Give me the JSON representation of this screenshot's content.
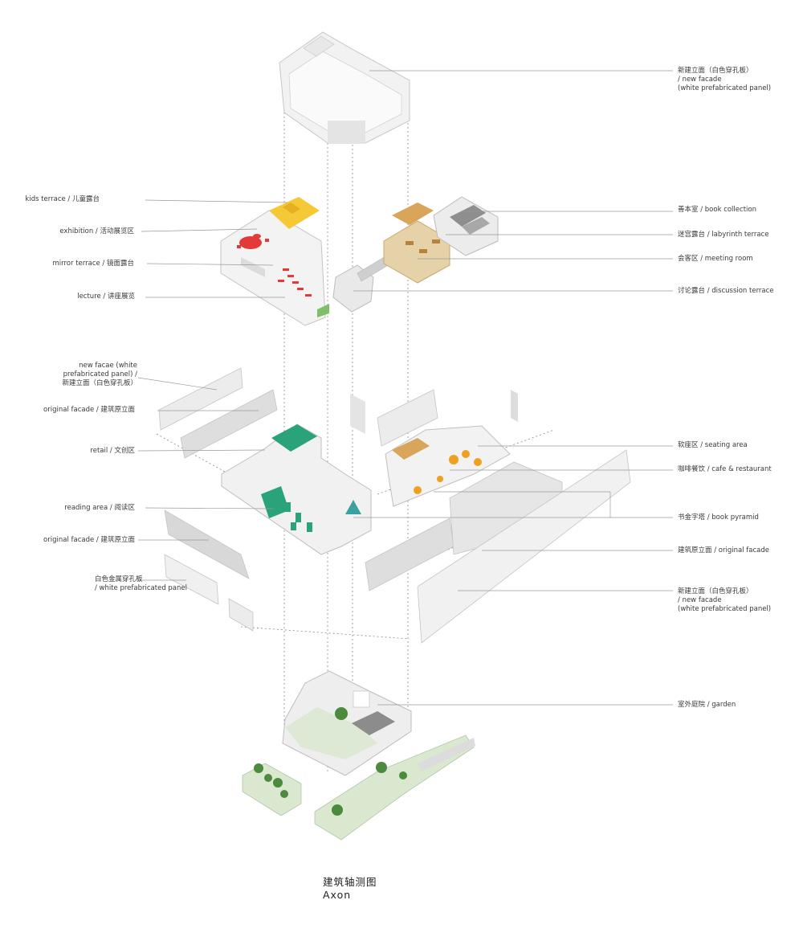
{
  "labels_left": [
    {
      "id": "kids-terrace",
      "lines": [
        "kids terrace / 儿童露台"
      ]
    },
    {
      "id": "exhibition",
      "lines": [
        "exhibition / 活动展览区"
      ]
    },
    {
      "id": "mirror-terrace",
      "lines": [
        "mirror terrace / 镜面露台"
      ]
    },
    {
      "id": "lecture",
      "lines": [
        "lecture / 讲座展览"
      ]
    },
    {
      "id": "new-facade-left",
      "lines": [
        "new facae (white",
        "prefabricated panel) /",
        "新建立面（白色穿孔板）"
      ]
    },
    {
      "id": "original-facade-left-1",
      "lines": [
        "original facade / 建筑原立面"
      ]
    },
    {
      "id": "retail",
      "lines": [
        "retail / 文创区"
      ]
    },
    {
      "id": "reading-area",
      "lines": [
        "reading area / 阅读区"
      ]
    },
    {
      "id": "original-facade-left-2",
      "lines": [
        "original facade / 建筑原立面"
      ]
    },
    {
      "id": "white-panel-left",
      "lines": [
        "白色金属穿孔板",
        "/ white prefabricated panel"
      ]
    }
  ],
  "labels_right": [
    {
      "id": "new-facade-top",
      "lines": [
        "新建立面（白色穿孔板）",
        "/ new facade",
        "(white prefabricated panel)"
      ]
    },
    {
      "id": "book-collection",
      "lines": [
        "善本室  / book collection"
      ]
    },
    {
      "id": "labyrinth-terrace",
      "lines": [
        "迷宫露台  / labyrinth terrace"
      ]
    },
    {
      "id": "meeting-room",
      "lines": [
        "会客区  / meeting room"
      ]
    },
    {
      "id": "discussion-terrace",
      "lines": [
        "讨论露台 / discussion terrace"
      ]
    },
    {
      "id": "seating-area",
      "lines": [
        "软座区  / seating area"
      ]
    },
    {
      "id": "cafe",
      "lines": [
        "咖啡餐饮  / cafe & restaurant"
      ]
    },
    {
      "id": "book-pyramid",
      "lines": [
        "书金字塔  / book pyramid"
      ]
    },
    {
      "id": "original-facade-right",
      "lines": [
        "建筑原立面 / original facade"
      ]
    },
    {
      "id": "new-facade-bottom",
      "lines": [
        "新建立面（白色穿孔板）",
        "/ new facade",
        "(white prefabricated panel)"
      ]
    },
    {
      "id": "garden",
      "lines": [
        "室外庭院  / garden"
      ]
    }
  ],
  "caption": {
    "zh": "建筑轴测图",
    "en": "Axon"
  },
  "colors": {
    "wall": "#eeeeee",
    "wall_shade": "#d6d6d6",
    "outline": "#b9b9b9",
    "red": "#e23a3a",
    "yellow": "#f5c935",
    "green": "#2aa37a",
    "wood": "#d8a55a",
    "orange": "#f0a020",
    "garden": "#d9e8cf",
    "tree": "#4c8a3e",
    "leader": "#9a9a9a"
  }
}
